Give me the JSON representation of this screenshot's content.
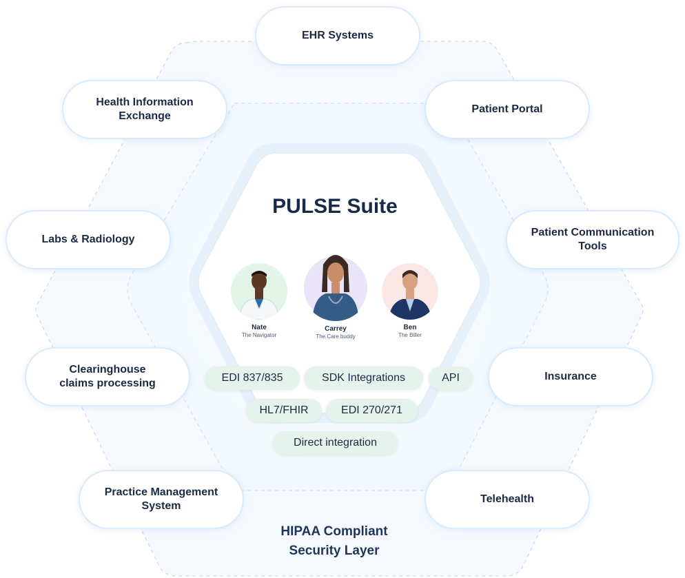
{
  "center": {
    "title": "PULSE Suite",
    "people": [
      {
        "name": "Nate",
        "role": "The Navigator",
        "bg": "#e3f4e8",
        "coat": "#f4f6f8",
        "skin": "#5a3a26",
        "accent": "#2f6db0"
      },
      {
        "name": "Carrey",
        "role": "The Care buddy",
        "bg": "#e9e4f8",
        "coat": "#355c86",
        "skin": "#c98d6a",
        "accent": "#3b2a22"
      },
      {
        "name": "Ben",
        "role": "The Biller",
        "bg": "#fbe7e5",
        "coat": "#1f3563",
        "skin": "#d8a17f",
        "accent": "#b9cde8"
      }
    ]
  },
  "integrations": {
    "chips": [
      "EDI 837/835",
      "SDK Integrations",
      "API",
      "HL7/FHIR",
      "EDI 270/271",
      "Direct integration"
    ]
  },
  "nodes": {
    "ehr": "EHR Systems",
    "hie": [
      "Health Information",
      "Exchange"
    ],
    "portal": "Patient Portal",
    "labs": "Labs & Radiology",
    "comm": [
      "Patient Communication",
      "Tools"
    ],
    "clearinghouse": [
      "Clearinghouse",
      "claims processing"
    ],
    "insurance": "Insurance",
    "pms": [
      "Practice Management",
      "System"
    ],
    "telehealth": "Telehealth"
  },
  "footer": {
    "line1": "HIPAA Compliant",
    "line2": "Security Layer"
  },
  "colors": {
    "hex_fill": "#f2f8fe",
    "hex_border": "#c9dcef",
    "pill_border": "#d9ebfb",
    "chip_fill": "#e6f3ec",
    "title": "#172a49"
  }
}
